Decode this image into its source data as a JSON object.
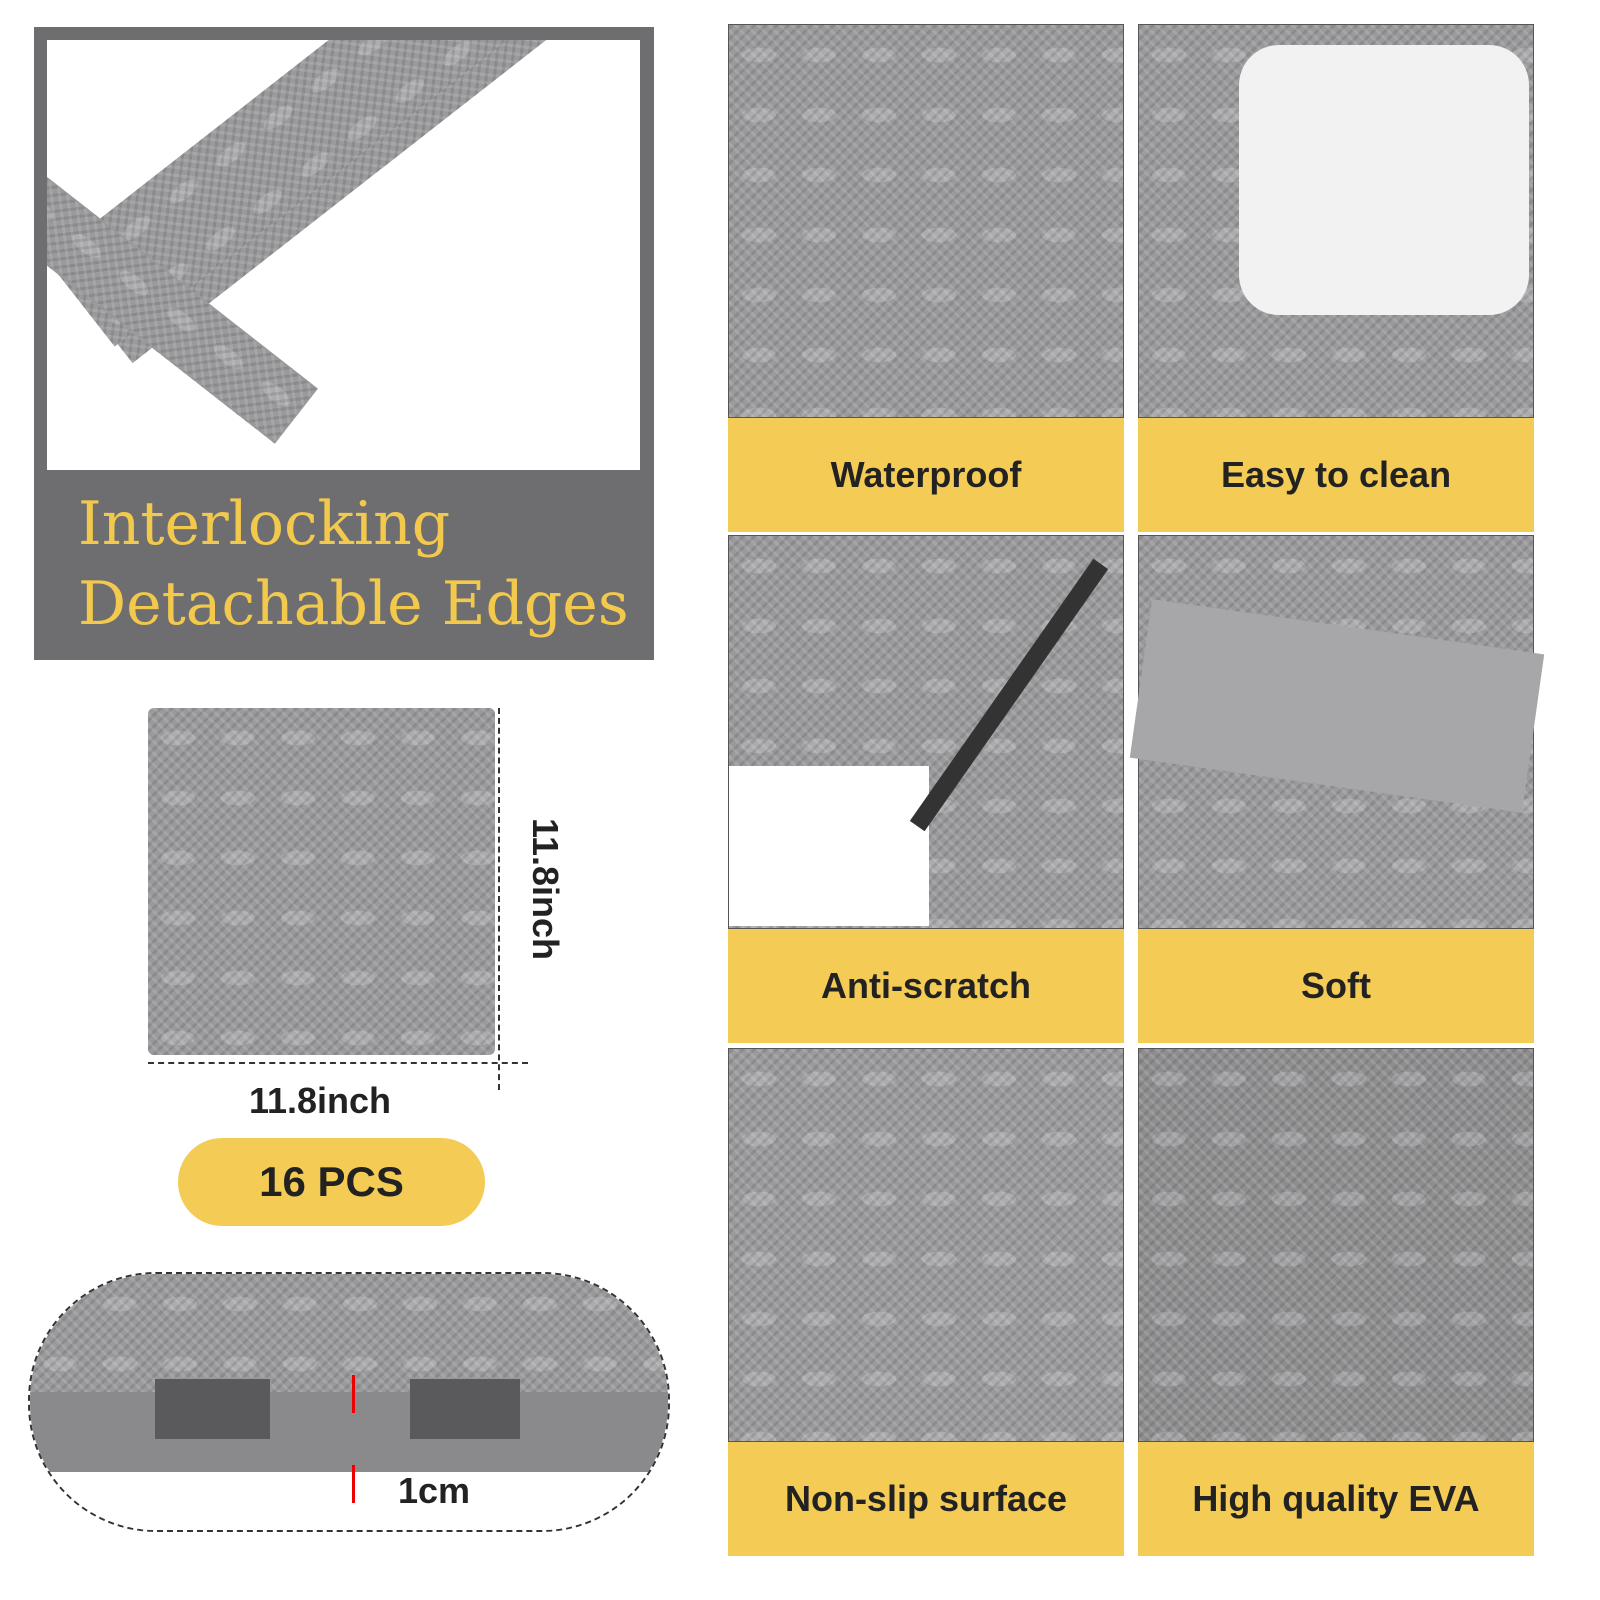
{
  "headline": {
    "line1": "Interlocking",
    "line2": "Detachable Edges"
  },
  "dimensions": {
    "height": "11.8inch",
    "width": "11.8inch",
    "thickness": "1cm"
  },
  "quantity": "16 PCS",
  "features": [
    {
      "label": "Waterproof"
    },
    {
      "label": "Easy to clean"
    },
    {
      "label": "Anti-scratch"
    },
    {
      "label": "Soft"
    },
    {
      "label": "Non-slip surface"
    },
    {
      "label": "High quality EVA"
    }
  ],
  "colors": {
    "accent": "#f3cb55",
    "frame": "#6e6e70",
    "title": "#f2c94c",
    "foam": "#9a9a9c"
  }
}
